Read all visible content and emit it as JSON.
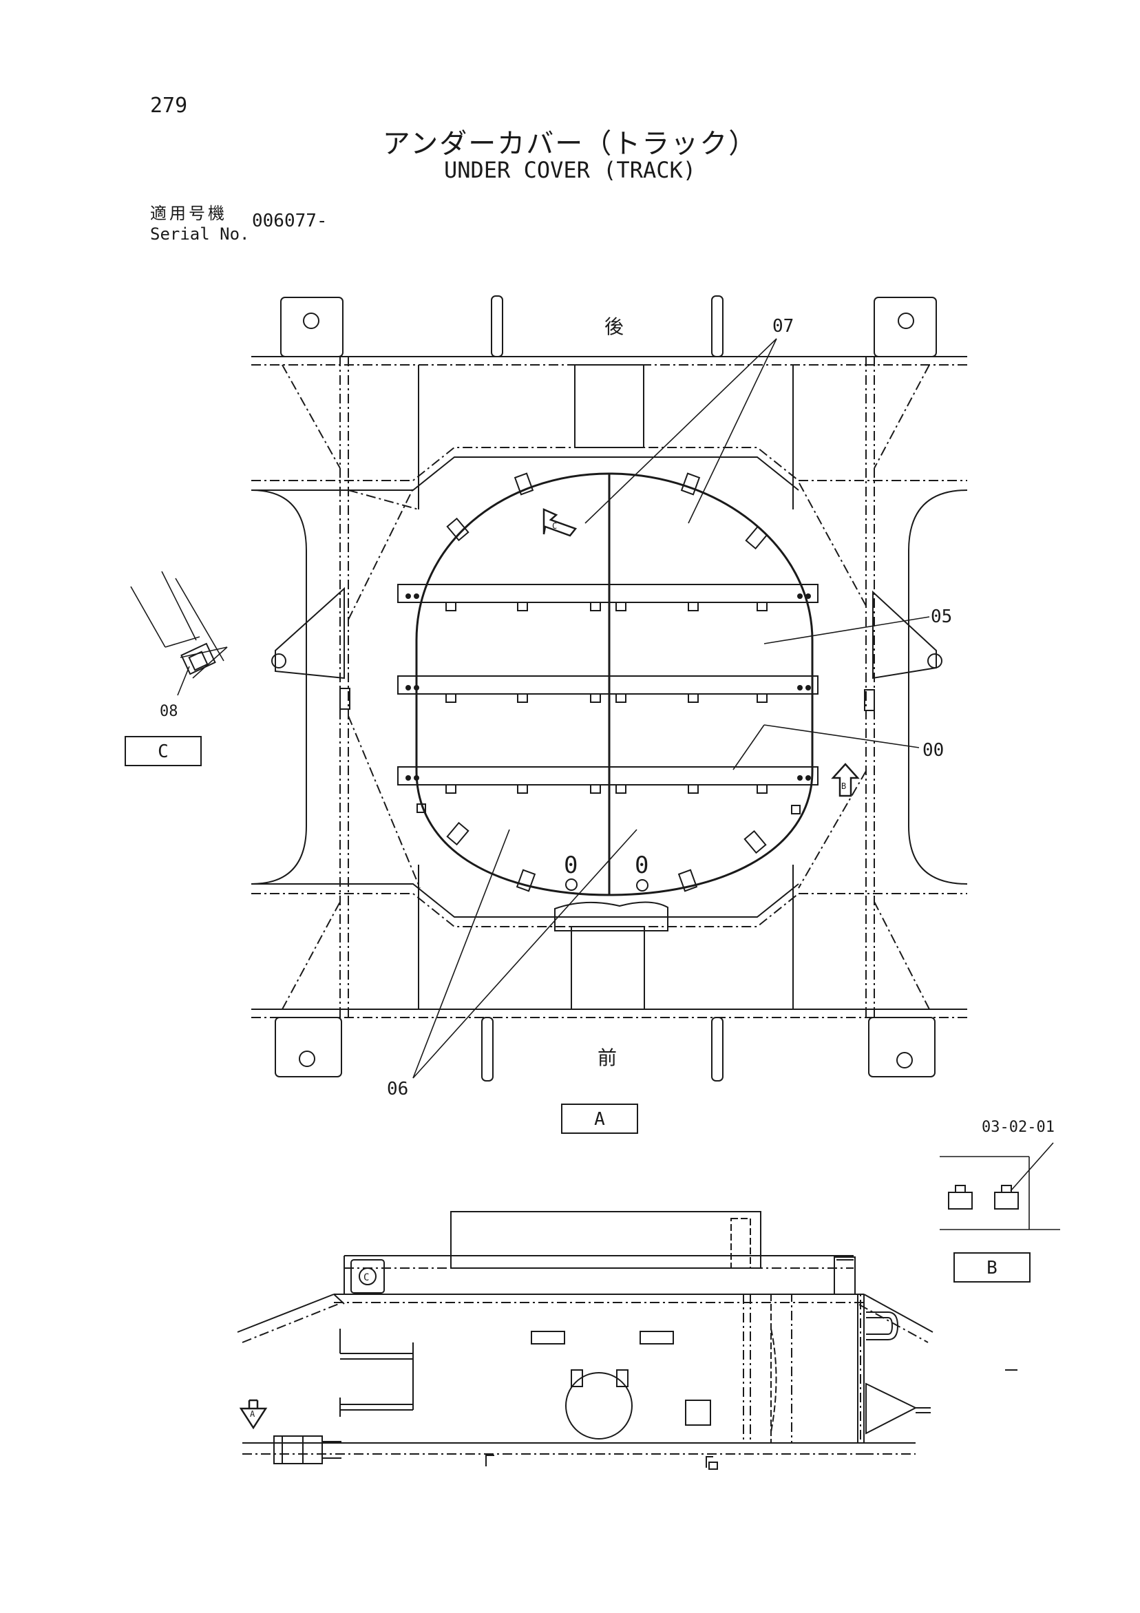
{
  "page_number": "279",
  "title_jp": "アンダーカバー（トラック）",
  "title_en": "UNDER COVER (TRACK)",
  "serial": {
    "label_jp": "適用号機",
    "label_en": "Serial No.",
    "value": "006077-"
  },
  "view_a": {
    "rear_label": "後",
    "front_label": "前",
    "view_label": "A",
    "callouts": {
      "cover_07": "07",
      "cover_05": "05",
      "beam_00": "00",
      "cover_06": "06"
    },
    "arrow_c": "C",
    "arrow_b": "B",
    "hole_mark": "0"
  },
  "view_c": {
    "view_label": "C",
    "callout_08": "08"
  },
  "view_b": {
    "view_label": "B",
    "callout_ref": "03-02-01"
  },
  "side_view": {
    "arrow_a": "A",
    "cap_c": "C"
  }
}
